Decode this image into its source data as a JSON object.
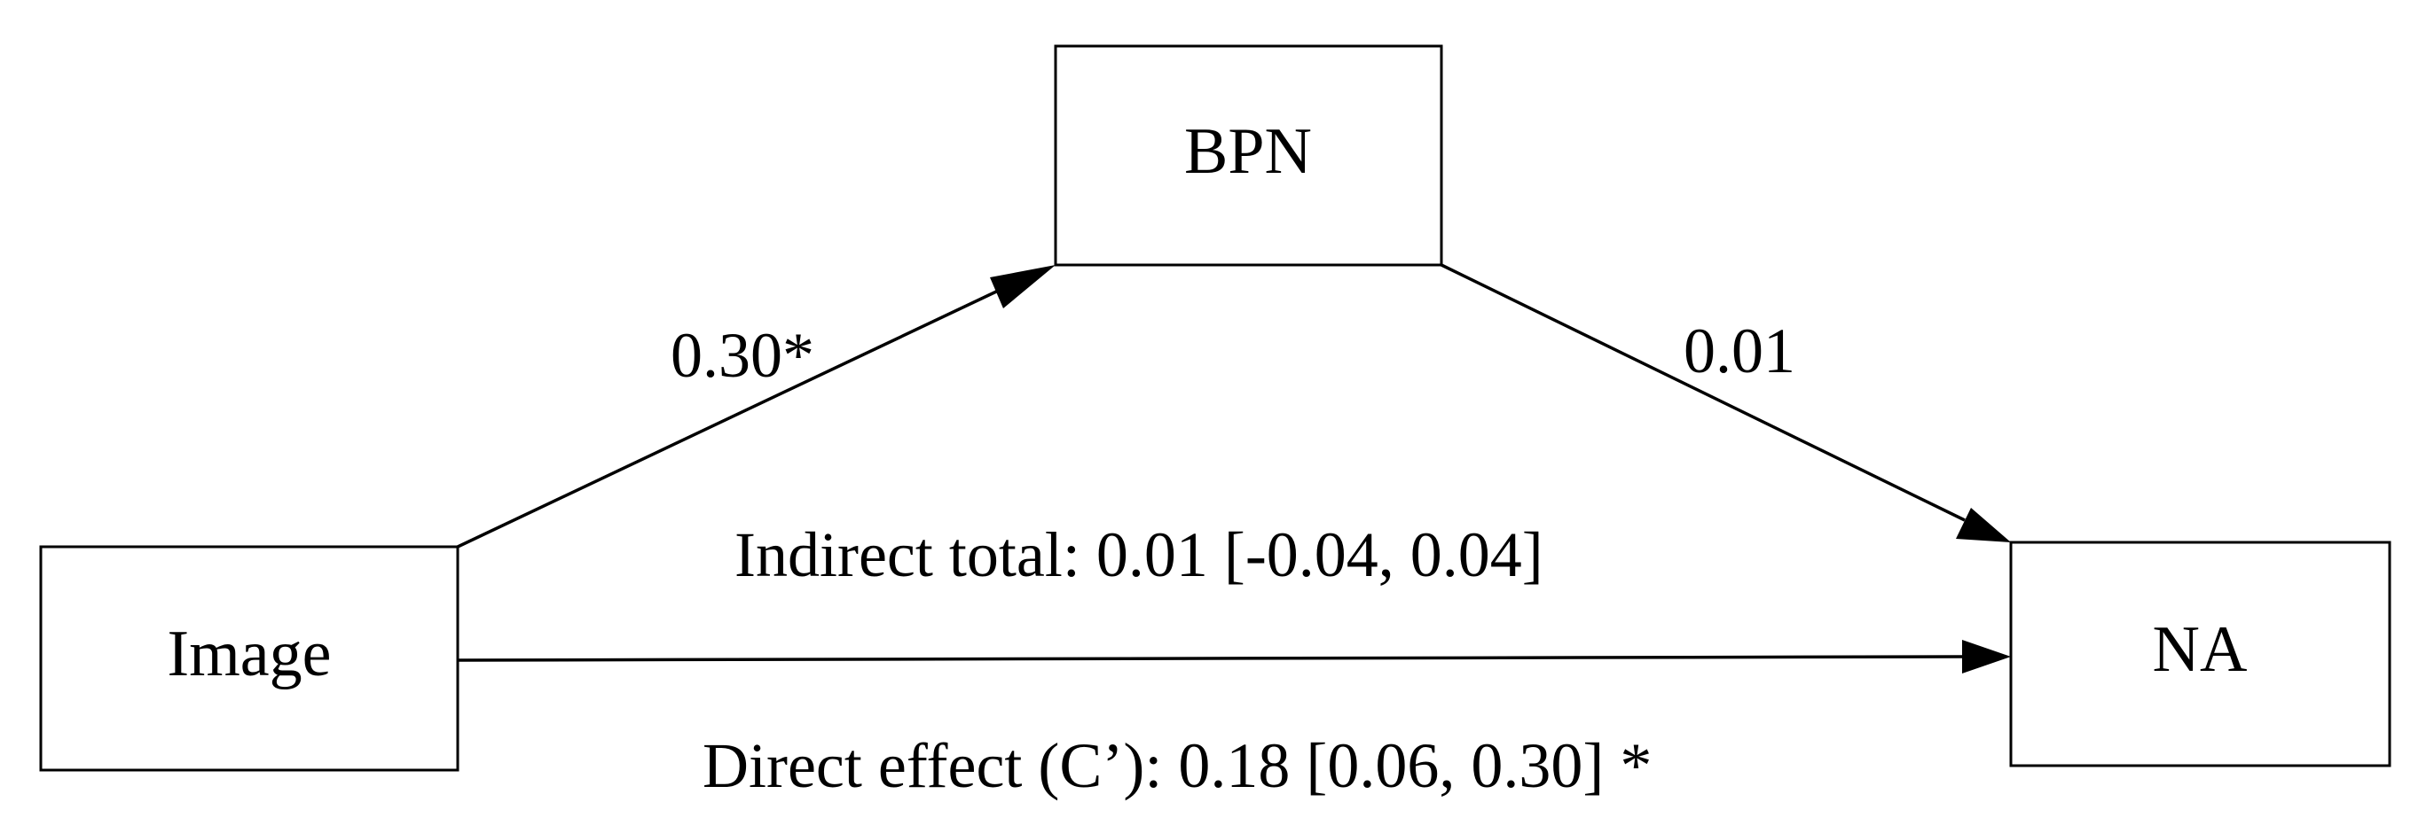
{
  "nodes": {
    "bpn": {
      "label": "BPN"
    },
    "image": {
      "label": "Image"
    },
    "na": {
      "label": "NA"
    }
  },
  "paths": {
    "image_to_bpn": {
      "label": "0.30*"
    },
    "bpn_to_na": {
      "label": "0.01"
    },
    "indirect_total": {
      "label": "Indirect total: 0.01 [-0.04, 0.04]"
    },
    "direct_effect": {
      "label": "Direct effect (C’): 0.18 [0.06, 0.30] *"
    }
  }
}
